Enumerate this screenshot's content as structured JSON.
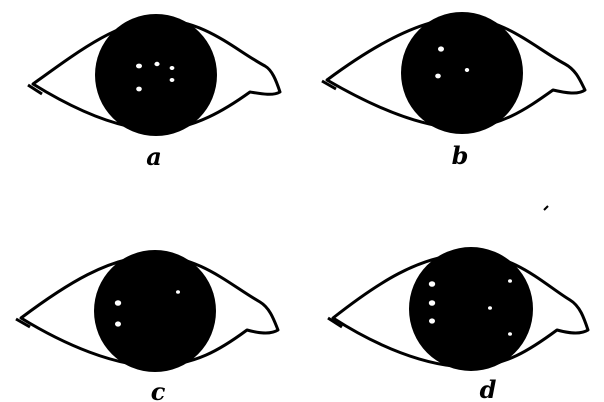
{
  "figure": {
    "colors": {
      "ink": "#000000",
      "paper": "#ffffff"
    },
    "panels": [
      {
        "label": "a",
        "icon": "eye-icon"
      },
      {
        "label": "b",
        "icon": "eye-icon"
      },
      {
        "label": "c",
        "icon": "eye-icon"
      },
      {
        "label": "d",
        "icon": "eye-icon"
      }
    ]
  }
}
